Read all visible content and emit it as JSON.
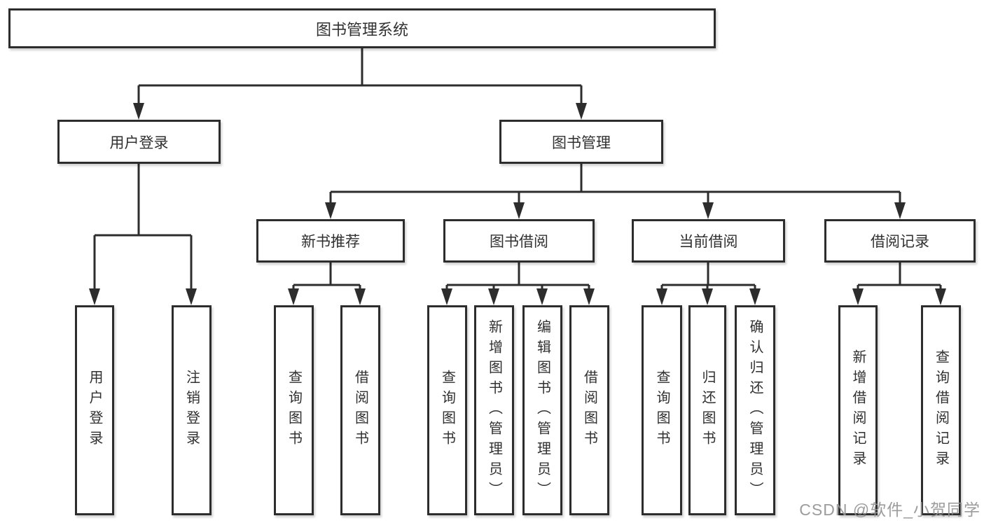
{
  "tree": {
    "root": "图书管理系统",
    "user_login": {
      "label": "用户登录",
      "children": [
        "用户登录",
        "注销登录"
      ]
    },
    "book_mgmt": {
      "label": "图书管理",
      "children": [
        {
          "label": "新书推荐",
          "children": [
            "查询图书",
            "借阅图书"
          ]
        },
        {
          "label": "图书借阅",
          "children": [
            "查询图书",
            "新增图书（管理员）",
            "编辑图书（管理员）",
            "借阅图书"
          ]
        },
        {
          "label": "当前借阅",
          "children": [
            "查询图书",
            "归还图书",
            "确认归还（管理员）"
          ]
        },
        {
          "label": "借阅记录",
          "children": [
            "新增借阅记录",
            "查询借阅记录"
          ]
        }
      ]
    }
  },
  "watermark": {
    "text": "CSDN @软件_小贺同学"
  },
  "colors": {
    "line": "#2d2d2d",
    "text": "#303030",
    "background": "#ffffff",
    "watermark": "#949494"
  }
}
